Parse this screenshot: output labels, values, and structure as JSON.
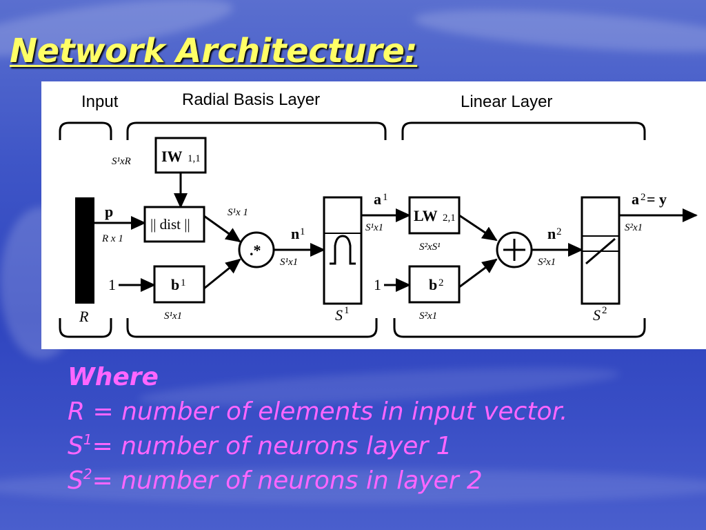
{
  "slide": {
    "title": "Network Architecture:"
  },
  "diagram": {
    "sections": {
      "input": "Input",
      "radial_basis_layer": "Radial Basis Layer",
      "linear_layer": "Linear Layer"
    },
    "input": {
      "vector_label": "p",
      "vector_dim": "R x 1",
      "bar_label": "R"
    },
    "radial_layer": {
      "weight_block": "IW",
      "weight_sub": "1,1",
      "weight_dim": "S¹xR",
      "dist_block": "|| dist ||",
      "dist_out_dim": "S¹x 1",
      "bias_input": "1",
      "bias_block": "b",
      "bias_sup": "1",
      "bias_dim": "S¹x1",
      "product_op": ".*",
      "net_label": "n",
      "net_sup": "1",
      "net_dim": "S¹x1",
      "transfer_label": "S",
      "transfer_sup": "1",
      "output_label": "a",
      "output_sup": "1",
      "output_dim": "S¹x1"
    },
    "linear_layer": {
      "weight_block": "LW",
      "weight_sub": "2,1",
      "weight_dim": "S²xS¹",
      "bias_input": "1",
      "bias_block": "b",
      "bias_sup": "2",
      "bias_dim": "S²x1",
      "sum_op": "+",
      "net_label": "n",
      "net_sup": "2",
      "net_dim": "S²x1",
      "transfer_label": "S",
      "transfer_sup": "2",
      "output_label": "a",
      "output_sup": "2",
      "output_suffix": "= y",
      "output_dim": "S²x1"
    }
  },
  "legend": {
    "heading": "Where",
    "r_line": "R = number of elements in input vector.",
    "s1_symbol": "S",
    "s1_sup": "1",
    "s1_text": "= number of neurons layer 1",
    "s2_symbol": "S",
    "s2_sup": "2",
    "s2_text": "= number of neurons in layer 2"
  }
}
